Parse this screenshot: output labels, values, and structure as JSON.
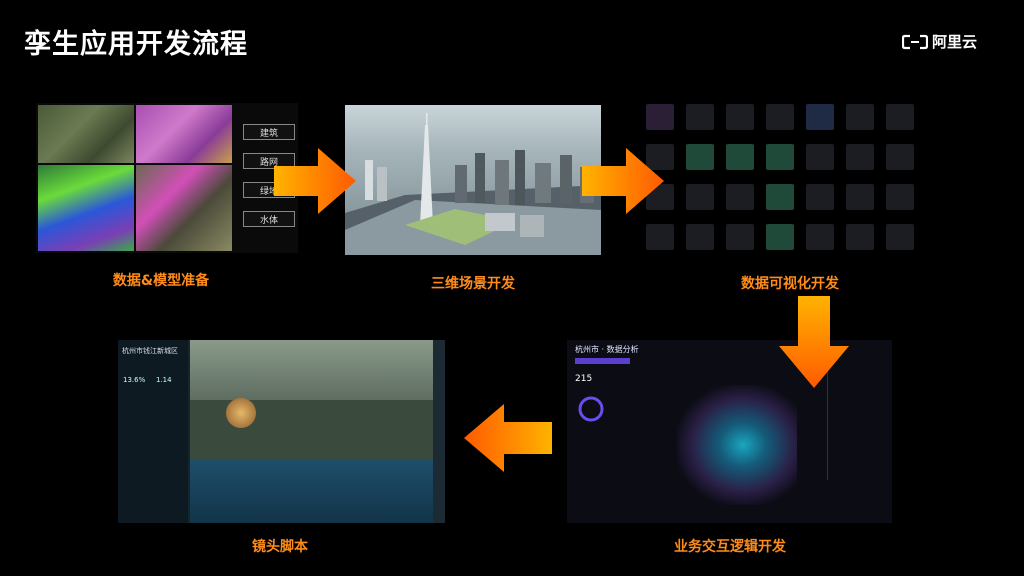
{
  "title": "孪生应用开发流程",
  "brand": {
    "name": "阿里云",
    "logo_icon": "aliyun-logo-icon"
  },
  "colors": {
    "accent": "#ff8c1a",
    "arrow_start": "#ffb300",
    "arrow_end": "#ff5a00"
  },
  "stages": [
    {
      "caption": "数据&模型准备",
      "legend": [
        "建筑",
        "路网",
        "绿地",
        "水体"
      ]
    },
    {
      "caption": "三维场景开发"
    },
    {
      "caption": "数据可视化开发"
    },
    {
      "caption": "业务交互逻辑开发",
      "screen_title": "杭州市 · 数据分析",
      "metric": "215"
    },
    {
      "caption": "镜头脚本",
      "screen_title": "杭州市钱江新城区",
      "metrics": [
        "13.6%",
        "1.14"
      ]
    }
  ]
}
